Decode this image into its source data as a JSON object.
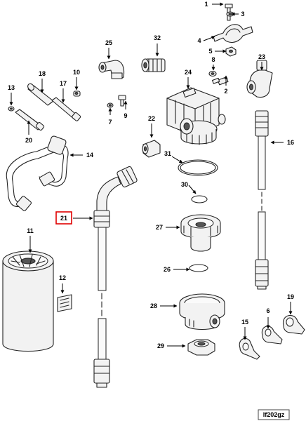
{
  "callouts": [
    "1",
    "2",
    "3",
    "4",
    "5",
    "6",
    "7",
    "8",
    "9",
    "10",
    "11",
    "12",
    "13",
    "14",
    "15",
    "16",
    "17",
    "18",
    "19",
    "20",
    "21",
    "22",
    "23",
    "24",
    "25",
    "26",
    "27",
    "28",
    "29",
    "30",
    "31",
    "32"
  ],
  "highlighted_callout": "21",
  "reference_tag": "lf202gz",
  "colors": {
    "highlight": "#e00000",
    "line": "#222222",
    "background": "#ffffff"
  }
}
